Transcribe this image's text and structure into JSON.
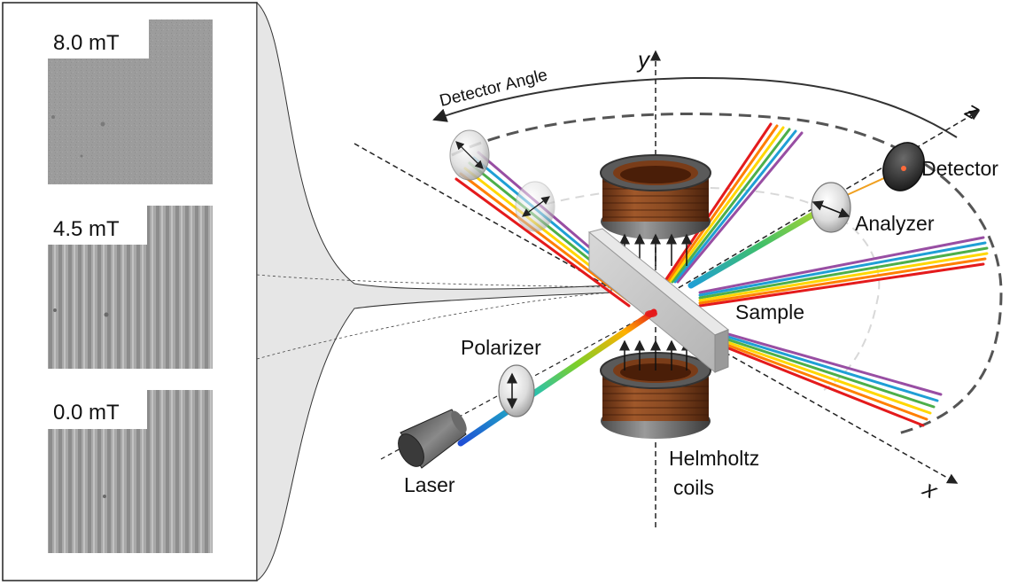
{
  "inset_panels": [
    {
      "field": "8.0 mT",
      "stripes": false
    },
    {
      "field": "4.5 mT",
      "stripes": true
    },
    {
      "field": "0.0 mT",
      "stripes": true
    }
  ],
  "labels": {
    "detector_angle": "Detector Angle",
    "detector": "Detector",
    "analyzer": "Analyzer",
    "sample": "Sample",
    "polarizer": "Polarizer",
    "laser": "Laser",
    "helmholtz_line1": "Helmholtz",
    "helmholtz_line2": "coils"
  },
  "axes": {
    "y": "y",
    "z": "z",
    "x": "x"
  },
  "colors": {
    "coil_copper": "#8a4a22",
    "coil_rim": "#5a5a5a",
    "sample": "#c8c8c8",
    "inset_background": "#9a9a9a",
    "rainbow": [
      "#e41a1c",
      "#ff7f00",
      "#ffd700",
      "#4daf4a",
      "#1f9fd5",
      "#984ea3"
    ]
  }
}
